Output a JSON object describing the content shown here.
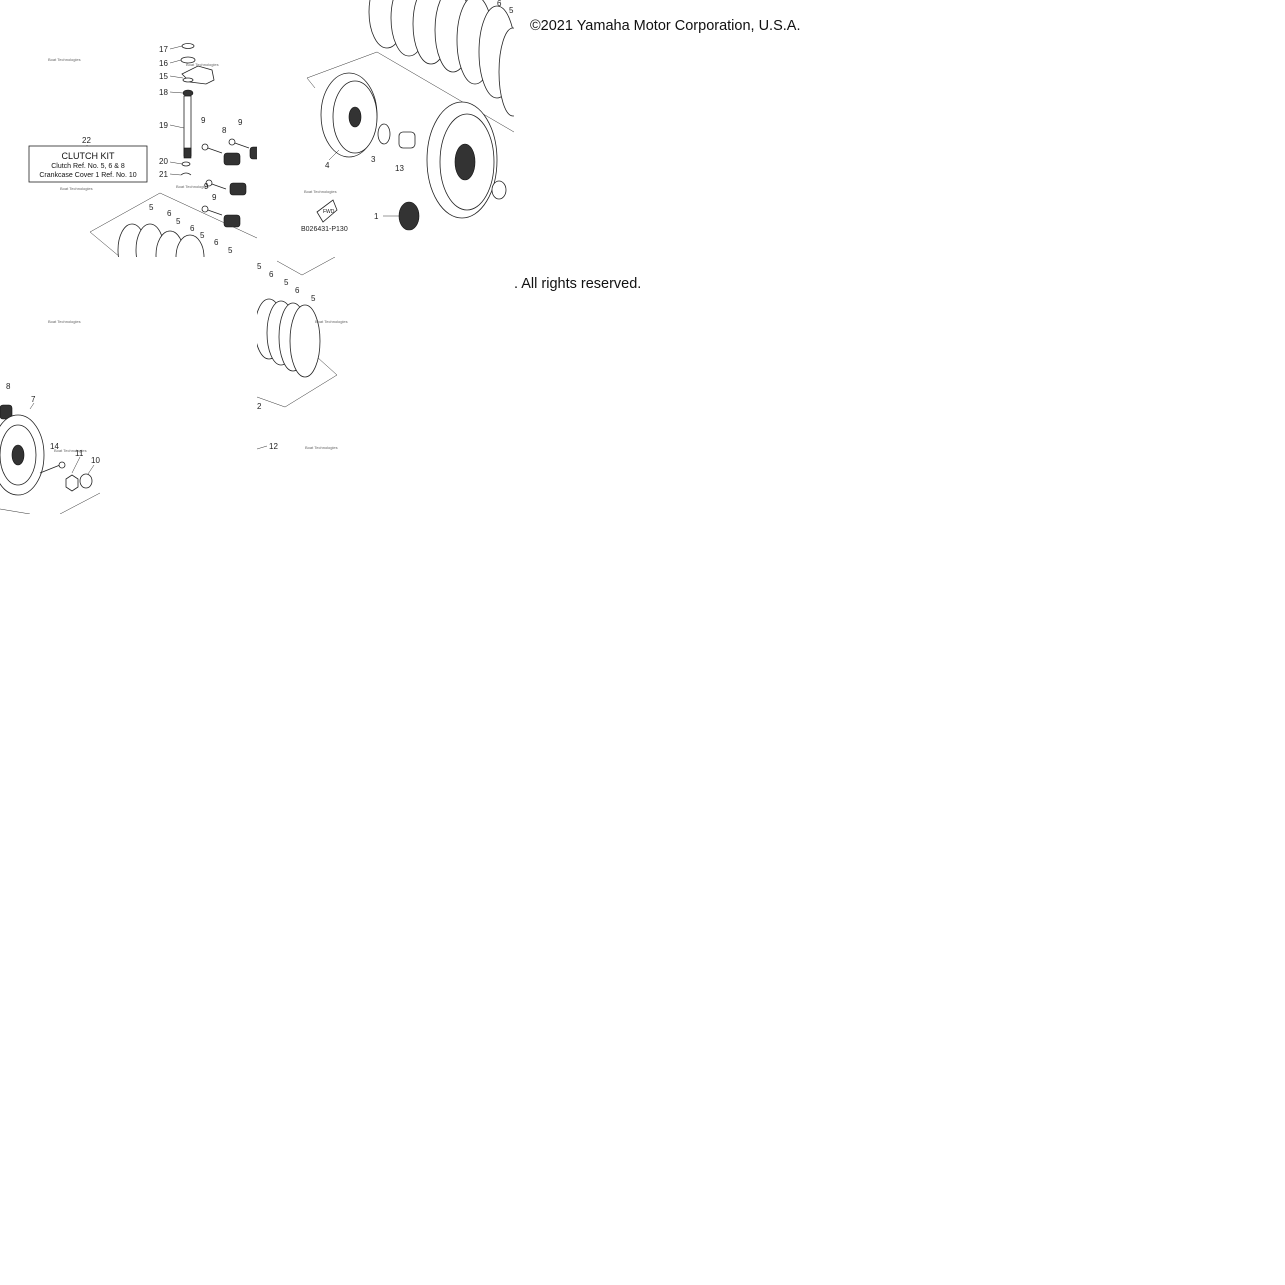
{
  "copyright": "©2021 Yamaha Motor Corporation, U.S.A.",
  "rights": ". All rights reserved.",
  "diagram_code": "B026431-P130",
  "fwd_label": "FWD",
  "watermark": "Boat Technologies",
  "kit": {
    "number": "22",
    "title": "CLUTCH KIT",
    "line1": "Clutch Ref. No. 5, 6 & 8",
    "line2": "Crankcase Cover 1 Ref. No. 10"
  },
  "callouts": {
    "tile1": [
      "17",
      "16",
      "15",
      "18",
      "19",
      "20",
      "21",
      "9",
      "8",
      "9",
      "9",
      "9",
      "5",
      "6",
      "5",
      "6",
      "5",
      "5",
      "6"
    ],
    "tile2": [
      "6",
      "5",
      "4",
      "3",
      "13",
      "1"
    ],
    "tile3": [
      "8",
      "7",
      "14",
      "11",
      "10"
    ],
    "tile4": [
      "5",
      "6",
      "5",
      "6",
      "5",
      "2",
      "12"
    ]
  }
}
